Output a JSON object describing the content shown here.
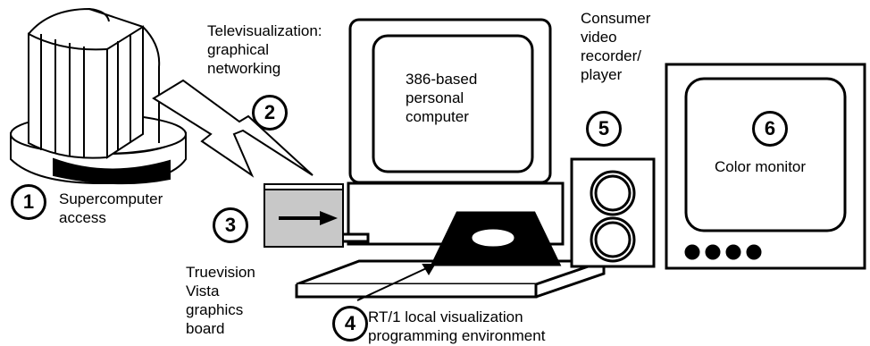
{
  "labels": {
    "televis": "Televisualization:\ngraphical\nnetworking",
    "pc": "386-based\npersonal\ncomputer",
    "vcr": "Consumer\nvideo\nrecorder/\nplayer",
    "monitor": "Color monitor",
    "super": "Supercomputer\naccess",
    "truevision": "Truevision\nVista\ngraphics\nboard",
    "rt1": "RT/1 local visualization\nprogramming environment"
  },
  "numbers": {
    "n1": "1",
    "n2": "2",
    "n3": "3",
    "n4": "4",
    "n5": "5",
    "n6": "6"
  }
}
